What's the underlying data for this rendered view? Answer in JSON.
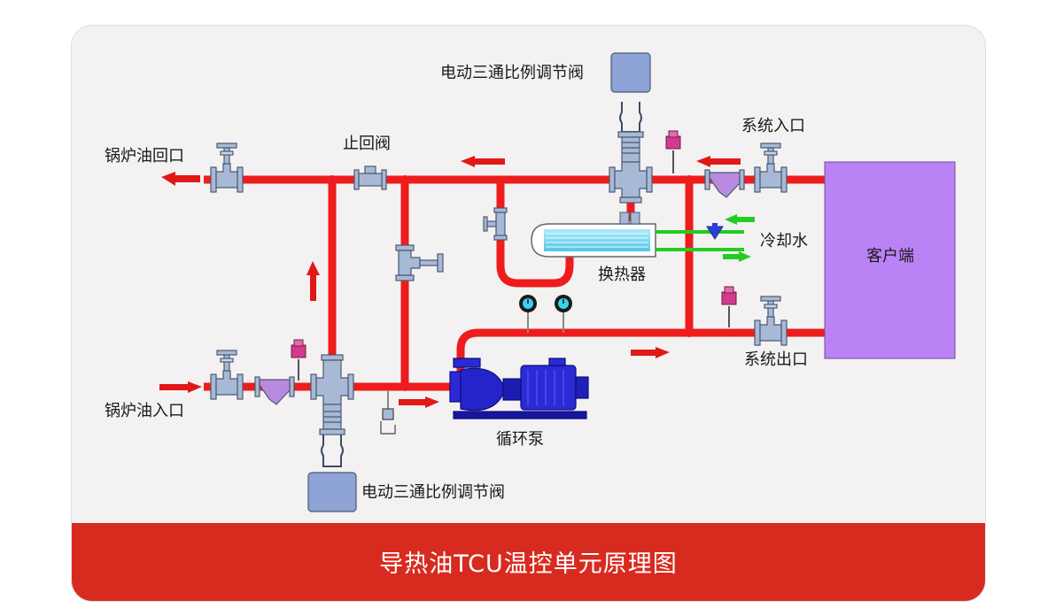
{
  "labels": {
    "top_valve": "电动三通比例调节阀",
    "bottom_valve": "电动三通比例调节阀",
    "boiler_oil_return": "锅炉油回口",
    "check_valve": "止回阀",
    "system_inlet": "系统入口",
    "cooling_water": "冷却水",
    "heat_exchanger": "换热器",
    "client": "客户端",
    "system_outlet": "系统出口",
    "boiler_oil_inlet": "锅炉油入口",
    "circulation_pump": "循环泵"
  },
  "footer": {
    "title": "导热油TCU温控单元原理图"
  },
  "colors": {
    "pipe": "#ee1c1c",
    "valve": "#a7b9d4",
    "actuator": "#8ea3d6",
    "client_box": "#bb82f5",
    "pump": "#2424cc",
    "filter": "#b78ae0",
    "cooling_line": "#22cc22",
    "exchanger": "#5fd3f0",
    "footer": "#d82b1f"
  }
}
